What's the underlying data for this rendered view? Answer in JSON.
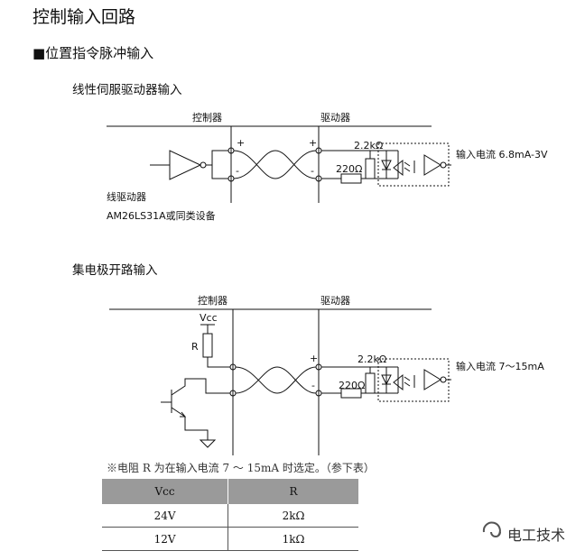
{
  "heading": "控制输入回路",
  "section": "■位置指令脉冲输入",
  "sub1": {
    "title": "线性伺服驱动器输入",
    "controller": "控制器",
    "driver": "驱动器",
    "plus": "+",
    "minus": "-",
    "r_top": "2.2kΩ",
    "r_bottom": "220Ω",
    "current": "输入电流 6.8mA-3V",
    "line_driver": "线驱动器",
    "line_driver_part": "AM26LS31A或同类设备"
  },
  "sub2": {
    "title": "集电极开路输入",
    "controller": "控制器",
    "driver": "驱动器",
    "vcc": "Vcc",
    "r": "R",
    "plus": "+",
    "minus": "-",
    "r_top": "2.2kΩ",
    "r_bottom": "220Ω",
    "current": "输入电流 7～15mA"
  },
  "note": "※电阻 R 为在输入电流 7 ～ 15mA 时选定。（参下表）",
  "table": {
    "headers": [
      "Vcc",
      "R"
    ],
    "rows": [
      [
        "24V",
        "2kΩ"
      ],
      [
        "12V",
        "1kΩ"
      ]
    ]
  },
  "watermark": "电工技术"
}
